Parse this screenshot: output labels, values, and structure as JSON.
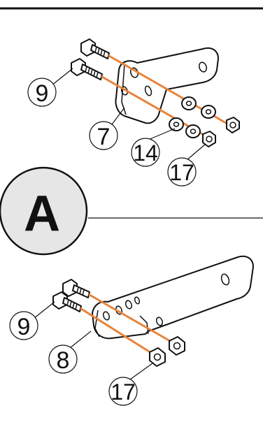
{
  "colors": {
    "background": "#ffffff",
    "line": "#111111",
    "bolt_path": "#e8833a",
    "section_circle_fill": "#e6e6e6"
  },
  "section": {
    "label": "A"
  },
  "upper_assembly": {
    "callouts": [
      {
        "id": "bolt",
        "text": "9"
      },
      {
        "id": "bracket",
        "text": "7"
      },
      {
        "id": "washer",
        "text": "14"
      },
      {
        "id": "nut",
        "text": "17"
      }
    ]
  },
  "lower_assembly": {
    "callouts": [
      {
        "id": "bolt",
        "text": "9"
      },
      {
        "id": "bracket",
        "text": "8"
      },
      {
        "id": "nut",
        "text": "17"
      }
    ]
  }
}
